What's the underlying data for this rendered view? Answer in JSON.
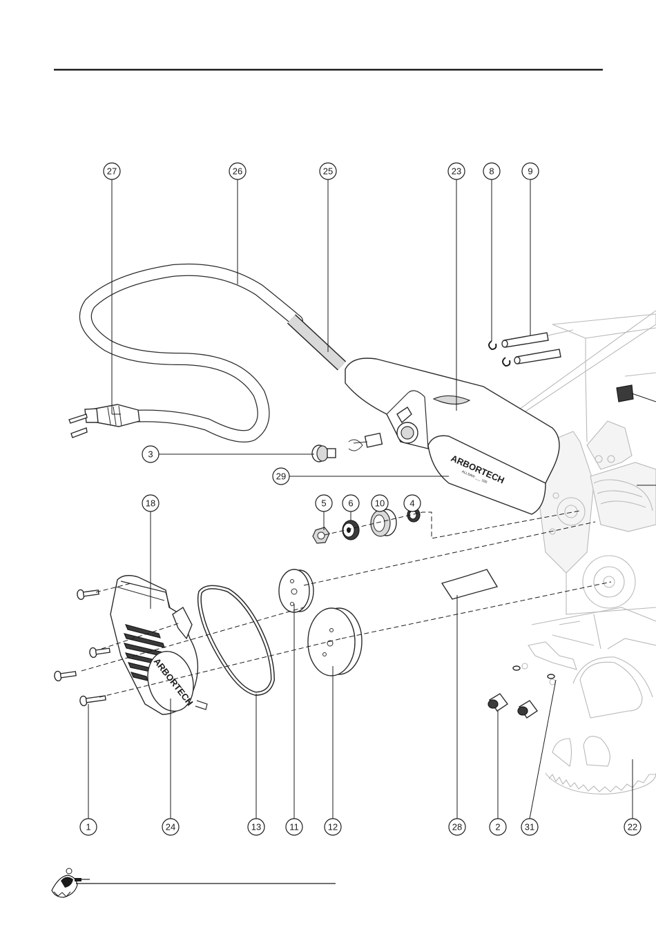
{
  "brand": {
    "logo_text": "ARBORTECH",
    "logo_subtext": "ALLSAW ___ 100"
  },
  "colors": {
    "ink": "#1a1a1a",
    "ghost_lines": "#b8b8b8",
    "page": "#ffffff"
  },
  "callouts_top": [
    "27",
    "26",
    "25",
    "23",
    "8",
    "9"
  ],
  "callouts_mid": [
    "3",
    "29",
    "18",
    "5",
    "6",
    "10",
    "4"
  ],
  "callouts_bottom": [
    "1",
    "24",
    "13",
    "11",
    "12",
    "28",
    "2",
    "31",
    "22"
  ],
  "footer": {
    "icon": "arbortech-tool-logo-icon"
  }
}
